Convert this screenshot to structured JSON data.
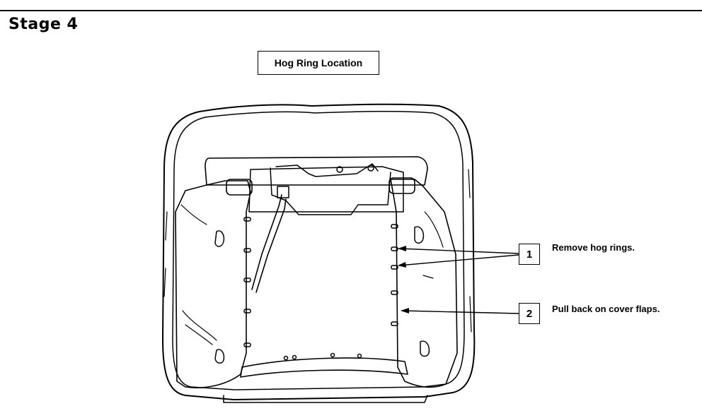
{
  "stage_title": "Stage 4",
  "caption": "Hog Ring Location",
  "callouts": [
    {
      "number": "1",
      "text": "Remove hog rings."
    },
    {
      "number": "2",
      "text": "Pull back on cover flaps."
    }
  ]
}
